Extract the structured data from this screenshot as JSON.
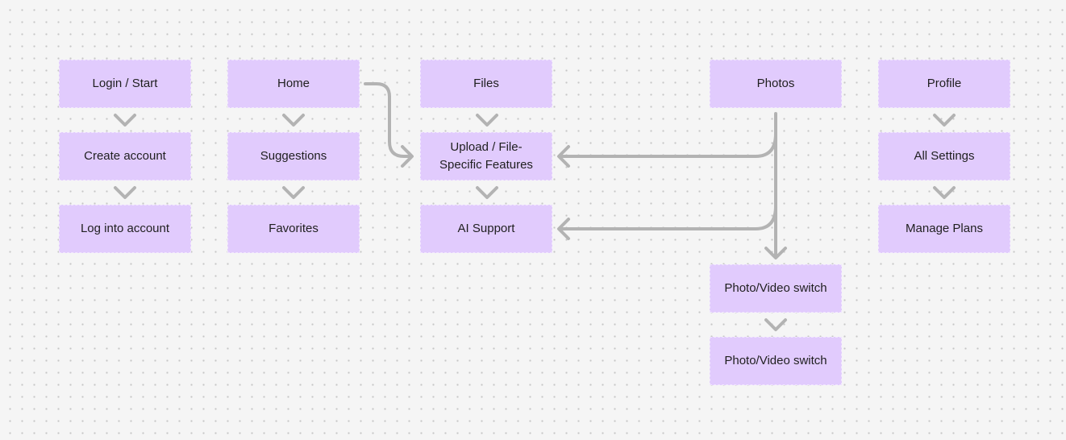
{
  "colors": {
    "canvas_background": "#f5f5f5",
    "grid_dot": "#c6c6c6",
    "node_fill": "#e1cbfd",
    "node_text": "#1f1f1f",
    "connector": "#b3b3b3"
  },
  "nodes": {
    "login_start": "Login / Start",
    "create_account": "Create account",
    "log_into_account": "Log into account",
    "home": "Home",
    "suggestions": "Suggestions",
    "favorites": "Favorites",
    "files": "Files",
    "upload_file_features": "Upload / File-Specific Features",
    "ai_support": "AI Support",
    "photos": "Photos",
    "photo_video_switch_1": "Photo/Video switch",
    "photo_video_switch_2": "Photo/Video switch",
    "profile": "Profile",
    "all_settings": "All Settings",
    "manage_plans": "Manage Plans"
  },
  "connections": [
    {
      "from": "login_start",
      "to": "create_account"
    },
    {
      "from": "create_account",
      "to": "log_into_account"
    },
    {
      "from": "home",
      "to": "suggestions"
    },
    {
      "from": "suggestions",
      "to": "favorites"
    },
    {
      "from": "home",
      "to": "upload_file_features"
    },
    {
      "from": "files",
      "to": "upload_file_features"
    },
    {
      "from": "upload_file_features",
      "to": "ai_support"
    },
    {
      "from": "photos",
      "to": "upload_file_features"
    },
    {
      "from": "photos",
      "to": "ai_support"
    },
    {
      "from": "photos",
      "to": "photo_video_switch_1"
    },
    {
      "from": "photo_video_switch_1",
      "to": "photo_video_switch_2"
    },
    {
      "from": "profile",
      "to": "all_settings"
    },
    {
      "from": "all_settings",
      "to": "manage_plans"
    }
  ]
}
